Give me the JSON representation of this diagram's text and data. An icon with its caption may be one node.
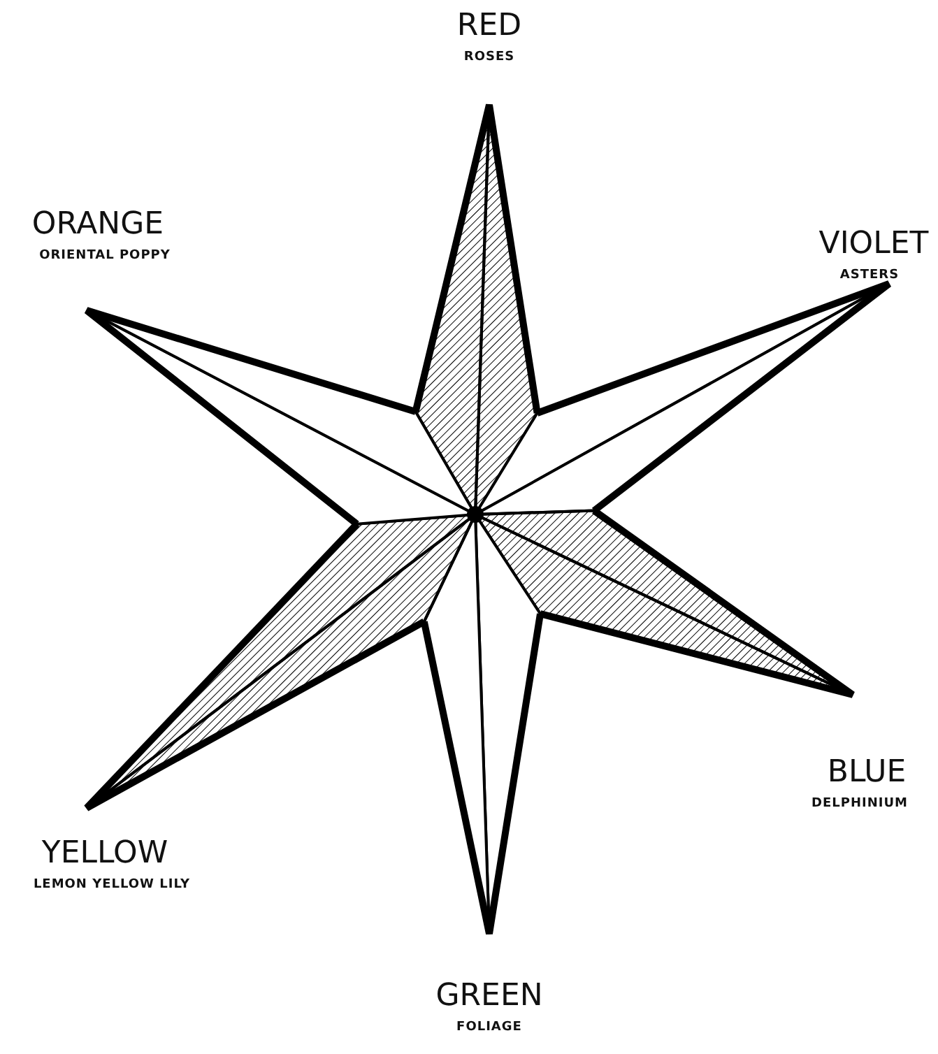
{
  "diagram": {
    "labels": [
      "RED",
      "ROSES",
      "ORANGE",
      "ORIENTAL POPPY",
      "VIOLET",
      "ASTERS",
      "YELLOW",
      "LEMON YELLOW LILY",
      "BLUE",
      "DELPHINIUM",
      "GREEN",
      "FOLIAGE"
    ]
  }
}
